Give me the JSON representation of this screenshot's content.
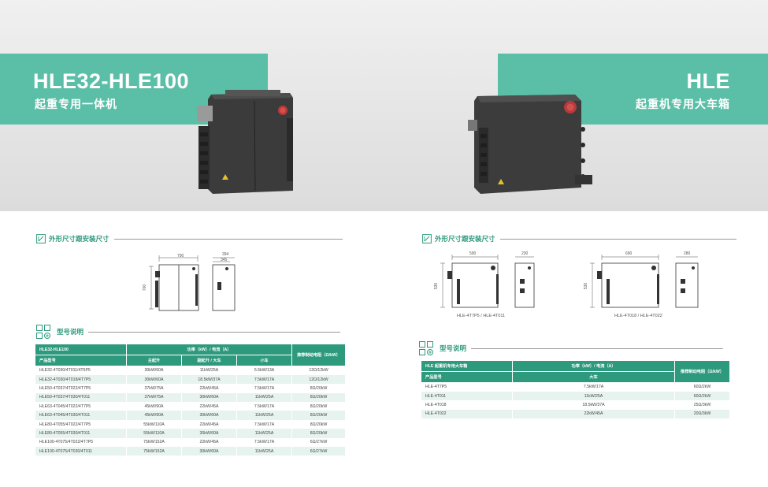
{
  "left": {
    "title": "HLE32-HLE100",
    "subtitle": "起重专用一体机",
    "dimension_heading": "外形尺寸跟安装尺寸",
    "drawing_dims": {
      "width": "700",
      "depth_total": "394",
      "depth": "345",
      "height": "700"
    },
    "model_heading": "型号说明",
    "table": {
      "group_header": "HLE32-HLE100",
      "power_header": "功率（kW）/ 电流（A）",
      "brake_header": "推荐制动电阻（Ω/kW）",
      "col_model": "产品型号",
      "col_a": "主起升",
      "col_b": "副起升 / 大车",
      "col_c": "小车",
      "rows": [
        {
          "model": "HLE32-4T030/4T011/4T5P5",
          "a": "30kW/60A",
          "b": "11kW/25A",
          "c": "5.5kW/13A",
          "brake": "12Ω/12kW"
        },
        {
          "model": "HLE32-4T030/4T018/4T7P5",
          "a": "30kW/60A",
          "b": "18.5kW/37A",
          "c": "7.5kW/17A",
          "brake": "12Ω/12kW"
        },
        {
          "model": "HLE50-4T037/4T022/4T7P5",
          "a": "37kW/75A",
          "b": "22kW/45A",
          "c": "7.5kW/17A",
          "brake": "8Ω/20kW"
        },
        {
          "model": "HLE50-4T037/4T030/4T011",
          "a": "37kW/75A",
          "b": "30kW/60A",
          "c": "11kW/25A",
          "brake": "8Ω/20kW"
        },
        {
          "model": "HLE63-4T045/4T022/4T7P5",
          "a": "45kW/90A",
          "b": "22kW/45A",
          "c": "7.5kW/17A",
          "brake": "8Ω/20kW"
        },
        {
          "model": "HLE63-4T045/4T030/4T011",
          "a": "45kW/90A",
          "b": "30kW/60A",
          "c": "11kW/25A",
          "brake": "8Ω/20kW"
        },
        {
          "model": "HLE80-4T055/4T022/4T7P5",
          "a": "55kW/110A",
          "b": "22kW/45A",
          "c": "7.5kW/17A",
          "brake": "8Ω/20kW"
        },
        {
          "model": "HLE80-4T055/4T030/4T011",
          "a": "55kW/110A",
          "b": "30kW/60A",
          "c": "11kW/25A",
          "brake": "8Ω/20kW"
        },
        {
          "model": "HLE100-4T075/4T022/4T7P5",
          "a": "75kW/152A",
          "b": "22kW/45A",
          "c": "7.5kW/17A",
          "brake": "6Ω/27kW"
        },
        {
          "model": "HLE100-4T075/4T030/4T011",
          "a": "75kW/152A",
          "b": "30kW/60A",
          "c": "11kW/25A",
          "brake": "6Ω/27kW"
        }
      ]
    }
  },
  "right": {
    "title": "HLE",
    "subtitle": "起重机专用大车箱",
    "dimension_heading": "外形尺寸跟安装尺寸",
    "drawing1_dims": {
      "width": "590",
      "depth": "230",
      "height": "530"
    },
    "drawing1_caption": "HLE-4T7P5 / HLE-4T011",
    "drawing2_dims": {
      "width": "690",
      "depth": "280",
      "height": "530"
    },
    "drawing2_caption": "HLE-4T018 / HLE-4T022",
    "model_heading": "型号说明",
    "table": {
      "group_header": "HLE 起重机专用大车箱",
      "power_header": "功率（kW）/ 电流（A）",
      "brake_header": "推荐制动电阻（Ω/kW）",
      "col_model": "产品型号",
      "col_a": "大车",
      "rows": [
        {
          "model": "HLE-4T7P5",
          "a": "7.5kW/17A",
          "brake": "60Ω/2kW"
        },
        {
          "model": "HLE-4T011",
          "a": "11kW/25A",
          "brake": "60Ω/2kW"
        },
        {
          "model": "HLE-4T018",
          "a": "18.5kW/37A",
          "brake": "25Ω/3kW"
        },
        {
          "model": "HLE-4T022",
          "a": "22kW/45A",
          "brake": "20Ω/3kW"
        }
      ]
    }
  },
  "colors": {
    "accent": "#5bbfa7",
    "table_header": "#2e9a7d",
    "stripe": "#e6f3ef",
    "device": "#3a3a3a"
  }
}
